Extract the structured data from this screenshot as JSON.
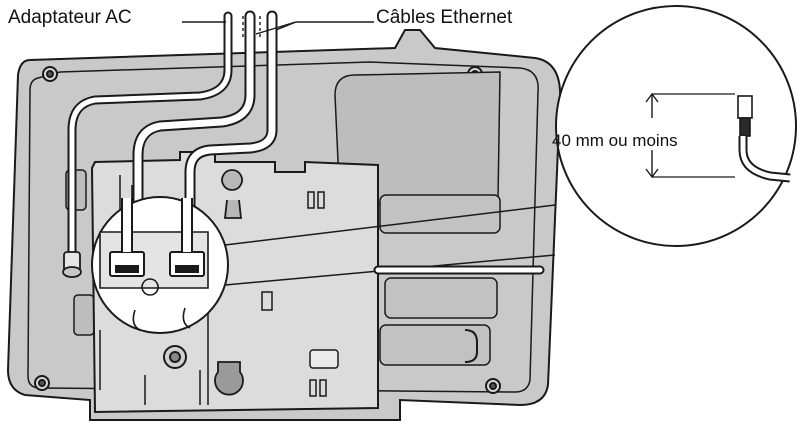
{
  "figure": {
    "labels": {
      "ac_adapter": "Adaptateur AC",
      "ethernet_cables": "Câbles Ethernet",
      "cable_length": "40 mm ou moins"
    },
    "colors": {
      "body_fill": "#c9c9c9",
      "body_stroke": "#1a1a1a",
      "bracket_fill": "#dcdcdc",
      "cable_fill": "#ffffff",
      "magnifier_fill": "#ffffff"
    },
    "icons": [
      "ac-adapter-plug-icon",
      "lan-port-icon",
      "rj45-connector-icon"
    ]
  }
}
